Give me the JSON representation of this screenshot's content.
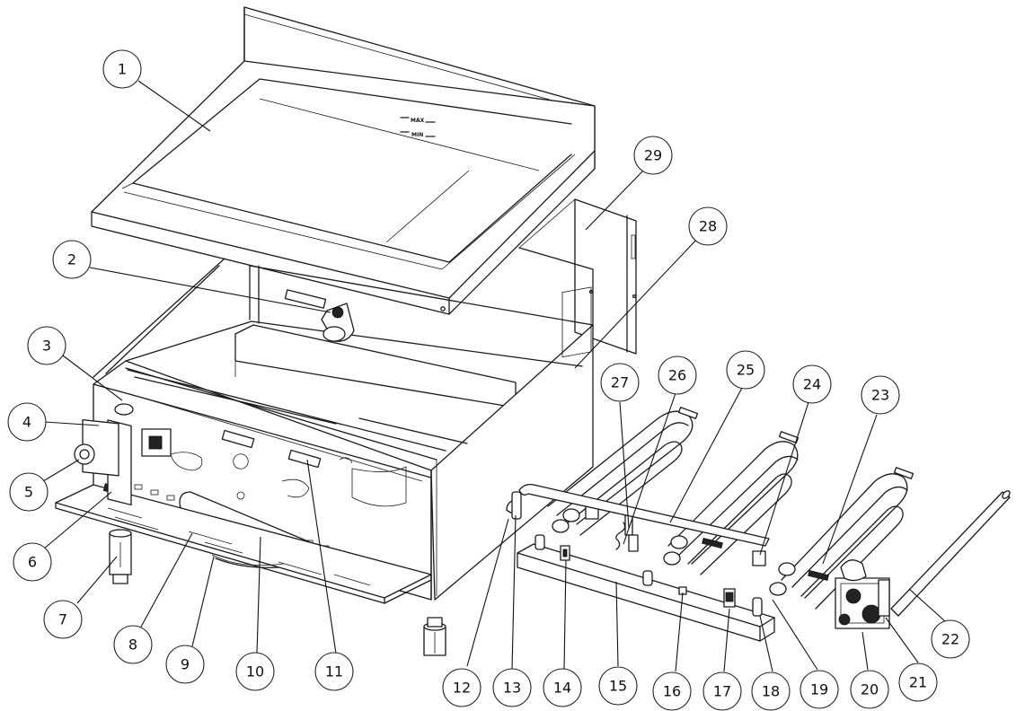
{
  "diagram": {
    "tank_labels": {
      "max": "MAX",
      "min": "MIN"
    },
    "callouts": [
      {
        "label": "1"
      },
      {
        "label": "2"
      },
      {
        "label": "3"
      },
      {
        "label": "4"
      },
      {
        "label": "5"
      },
      {
        "label": "6"
      },
      {
        "label": "7"
      },
      {
        "label": "8"
      },
      {
        "label": "9"
      },
      {
        "label": "10"
      },
      {
        "label": "11"
      },
      {
        "label": "12"
      },
      {
        "label": "13"
      },
      {
        "label": "14"
      },
      {
        "label": "15"
      },
      {
        "label": "16"
      },
      {
        "label": "17"
      },
      {
        "label": "18"
      },
      {
        "label": "19"
      },
      {
        "label": "20"
      },
      {
        "label": "21"
      },
      {
        "label": "22"
      },
      {
        "label": "23"
      },
      {
        "label": "24"
      },
      {
        "label": "25"
      },
      {
        "label": "26"
      },
      {
        "label": "27"
      },
      {
        "label": "28"
      },
      {
        "label": "29"
      }
    ]
  }
}
